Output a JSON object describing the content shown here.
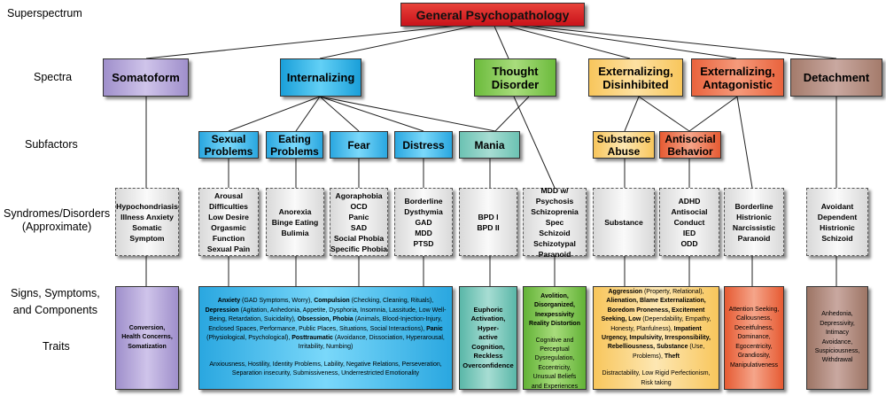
{
  "row_labels": {
    "superspectrum": "Superspectrum",
    "spectra": "Spectra",
    "subfactors": "Subfactors",
    "syndromes": "Syndromes/Disorders\n(Approximate)",
    "signs": "Signs, Symptoms,\nand Components",
    "traits": "Traits"
  },
  "root": "General Psychopathology",
  "spectra": {
    "somatoform": "Somatoform",
    "internalizing": "Internalizing",
    "thought": "Thought\nDisorder",
    "disinhibited": "Externalizing,\nDisinhibited",
    "antagonistic": "Externalizing,\nAntagonistic",
    "detachment": "Detachment"
  },
  "subfactors": {
    "sexual": "Sexual\nProblems",
    "eating": "Eating\nProblems",
    "fear": "Fear",
    "distress": "Distress",
    "mania": "Mania",
    "substance": "Substance\nAbuse",
    "antisocial": "Antisocial\nBehavior"
  },
  "syndromes": {
    "somatoform": "Hypochondriasis\nIllness Anxiety\nSomatic Symptom",
    "sexual": "Arousal\nDifficulties\nLow Desire\nOrgasmic\nFunction\nSexual Pain",
    "eating": "Anorexia\nBinge Eating\nBulimia",
    "fear": "Agoraphobia\nOCD\nPanic\nSAD\nSocial Phobia\nSpecific Phobia",
    "distress": "Borderline\nDysthymia\nGAD\nMDD\nPTSD",
    "mania": "BPD I\nBPD II",
    "thought": "MDD w/ Psychosis\nSchizoprenia Spec\nSchizoid\nSchizotypal\nParanoid",
    "substance": "Substance",
    "antisocial": "ADHD\nAntisocial\nConduct\nIED\nODD",
    "antagonistic": "Borderline\nHistrionic\nNarcissistic\nParanoid",
    "detachment": "Avoidant\nDependent\nHistrionic\nSchizoid"
  },
  "signs": {
    "somatoform": "Conversion,\nHealth Concerns,\nSomatization",
    "internalizing": {
      "t1": "Anxiety",
      "t2": " (GAD Symptoms, Worry), ",
      "t3": "Compulsion",
      "t4": " (Checking, Cleaning, Rituals), ",
      "t5": "Depression",
      "t6": " (Agitation, Anhedonia, Appetite, Dysphoria, Insomnia, Lassitude, Low Well-Being, Retardation, Suicidality), ",
      "t7": "Obsession, Phobia",
      "t8": " (Animals, Blood-Injection-Injury, Enclosed Spaces, Performance, Public Places, Situations, Social Interactions), ",
      "t9": "Panic",
      "t10": " (Physiological, Psychological), ",
      "t11": "Posttraumatic",
      "t12": " (Avoidance, Dissociation, Hyperarousal, Irritability, Numbing)",
      "traits": "Anxiousness, Hostility, Identity Problems, Lability, Negative Relations, Perseveration, Separation insecurity, Submissiveness, Underrestricted Emotionality"
    },
    "mania": "Euphoric\nActivation, Hyper-\nactive Cognition,\nReckless\nOverconfidence",
    "thought": {
      "bold": "Avolition,\nDisorganized,\nInexpessivity\nReality Distortion",
      "traits": "Cognitive and\nPerceptual\nDysregulation,\nEccentricity,\nUnusual Beliefs\nand Experiences"
    },
    "disinhibited": {
      "t1": "Aggression",
      "t2": " (Property, Relational), ",
      "t3": "Alienation, Blame Externalization, Boredom Proneness, Excitement Seeking, Low",
      "t4": " (Dependability, Empathy, Honesty, Planfulness), ",
      "t5": "Impatient Urgency, Impulsivity, Irresponsibility, Rebelliousness, Substance",
      "t6": " (Use, Problems), ",
      "t7": "Theft",
      "traits": "Distractability, Low Rigid Perfectionism, Risk taking"
    },
    "antagonistic": "Attention Seeking,\nCallousness,\nDeceitfulness,\nDominance,\nEgocentricity,\nGrandiosity,\nManipulativeness",
    "detachment": "Anhedonia,\nDepressivity,\nIntimacy Avoidance,\nSuspiciousness,\nWithdrawal"
  }
}
